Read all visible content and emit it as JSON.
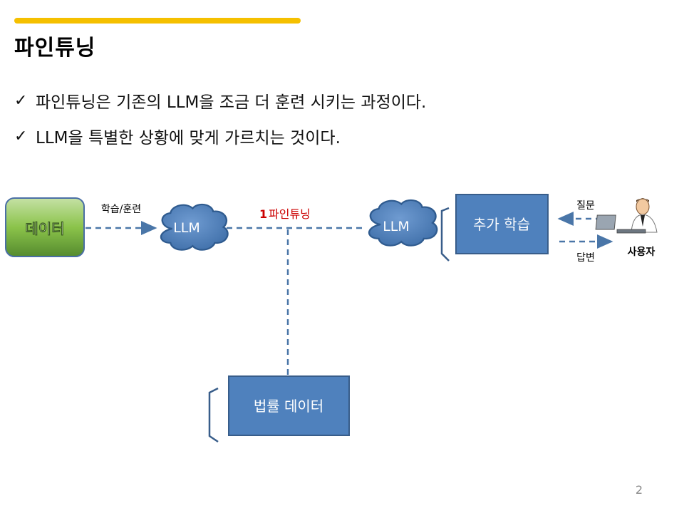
{
  "slide": {
    "title": "파인튜닝",
    "bullets": [
      "파인튜닝은 기존의 LLM을 조금 더 훈련 시키는 과정이다.",
      "LLM을 특별한 상황에 맞게 가르치는 것이다."
    ],
    "check_glyph": "✓",
    "page_number": "2"
  },
  "diagram": {
    "data_box": "데이터",
    "train_label": "학습/훈련",
    "llm_left": "LLM",
    "finetune_number": "1",
    "finetune_label": "파인튜닝",
    "llm_right": "LLM",
    "extra_learning_box": "추가 학습",
    "question_label": "질문",
    "answer_label": "답변",
    "user_label": "사용자",
    "legal_data_box": "법률 데이터"
  },
  "colors": {
    "accent_bar": "#f5c000",
    "box_blue": "#4f81bd",
    "box_blue_border": "#385d8a",
    "green_box": "#8bc34a",
    "dash_line": "#4a76a8",
    "finetune_red": "#cc0000"
  },
  "icons": [
    "check-icon",
    "cloud-icon",
    "user-at-laptop-icon",
    "bracket-icon",
    "arrow-icon"
  ]
}
